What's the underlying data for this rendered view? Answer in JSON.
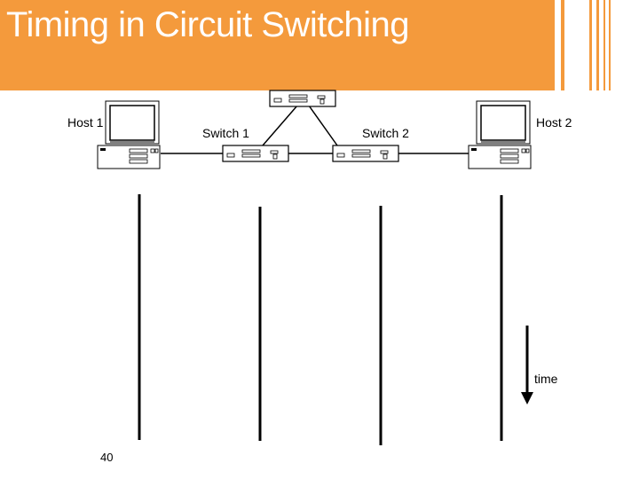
{
  "slide": {
    "title": "Timing in Circuit Switching",
    "page_number": "40",
    "accent_color": "#f49a3c"
  },
  "diagram": {
    "nodes": [
      {
        "id": "host1",
        "label": "Host 1",
        "icon": "computer-icon"
      },
      {
        "id": "switch1",
        "label": "Switch 1",
        "icon": "switch-icon"
      },
      {
        "id": "switch2",
        "label": "Switch 2",
        "icon": "switch-icon"
      },
      {
        "id": "host2",
        "label": "Host 2",
        "icon": "computer-icon"
      },
      {
        "id": "switch_top",
        "label": "",
        "icon": "switch-icon"
      }
    ],
    "time_label": "time"
  }
}
